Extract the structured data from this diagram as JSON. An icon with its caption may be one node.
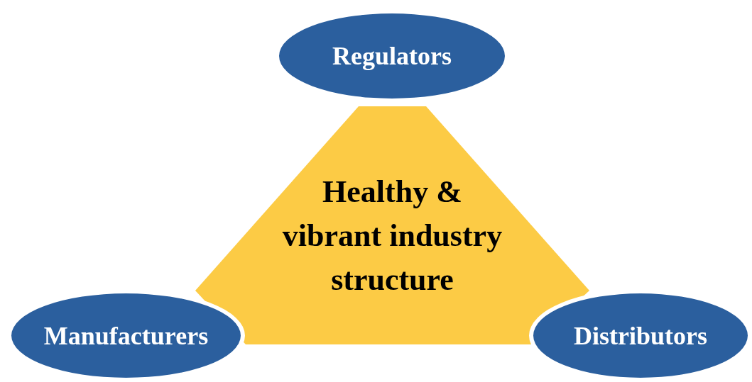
{
  "diagram": {
    "nodes": [
      {
        "text": [
          "Regulators"
        ]
      },
      {
        "text": [
          "Healthy & vibrant industry structure"
        ]
      },
      {
        "text": [
          "Manufacturers"
        ]
      },
      {
        "text": [
          "Distributors"
        ]
      }
    ]
  }
}
